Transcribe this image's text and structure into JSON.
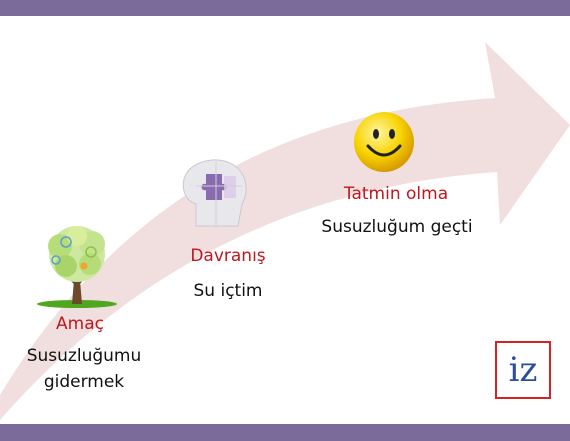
{
  "colors": {
    "header_band": "#7b6b9a",
    "arrow": "#efdcdc",
    "step_title": "#c0171d",
    "logo_border": "#d32424",
    "logo_text": "#2c4d9a"
  },
  "steps": [
    {
      "title": "Amaç",
      "text_line1": "Susuzluğumu",
      "text_line2": "gidermek",
      "icon": "tree-icon"
    },
    {
      "title": "Davranış",
      "text": "Su içtim",
      "icon": "puzzle-head-icon"
    },
    {
      "title": "Tatmin olma",
      "text": "Susuzluğum geçti",
      "icon": "smiley-icon"
    }
  ],
  "logo": {
    "text": "iz"
  }
}
